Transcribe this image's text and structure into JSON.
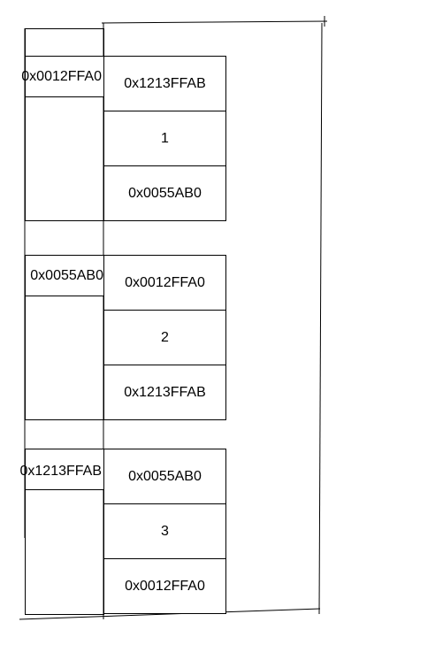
{
  "nodes": [
    {
      "address": "0x0012FFA0",
      "fields": [
        "0x1213FFAB",
        "1",
        "0x0055AB0"
      ]
    },
    {
      "address": "0x0055AB0",
      "fields": [
        "0x0012FFA0",
        "2",
        "0x1213FFAB"
      ]
    },
    {
      "address": "0x1213FFAB",
      "fields": [
        "0x0055AB0",
        "3",
        "0x0012FFA0"
      ]
    }
  ]
}
